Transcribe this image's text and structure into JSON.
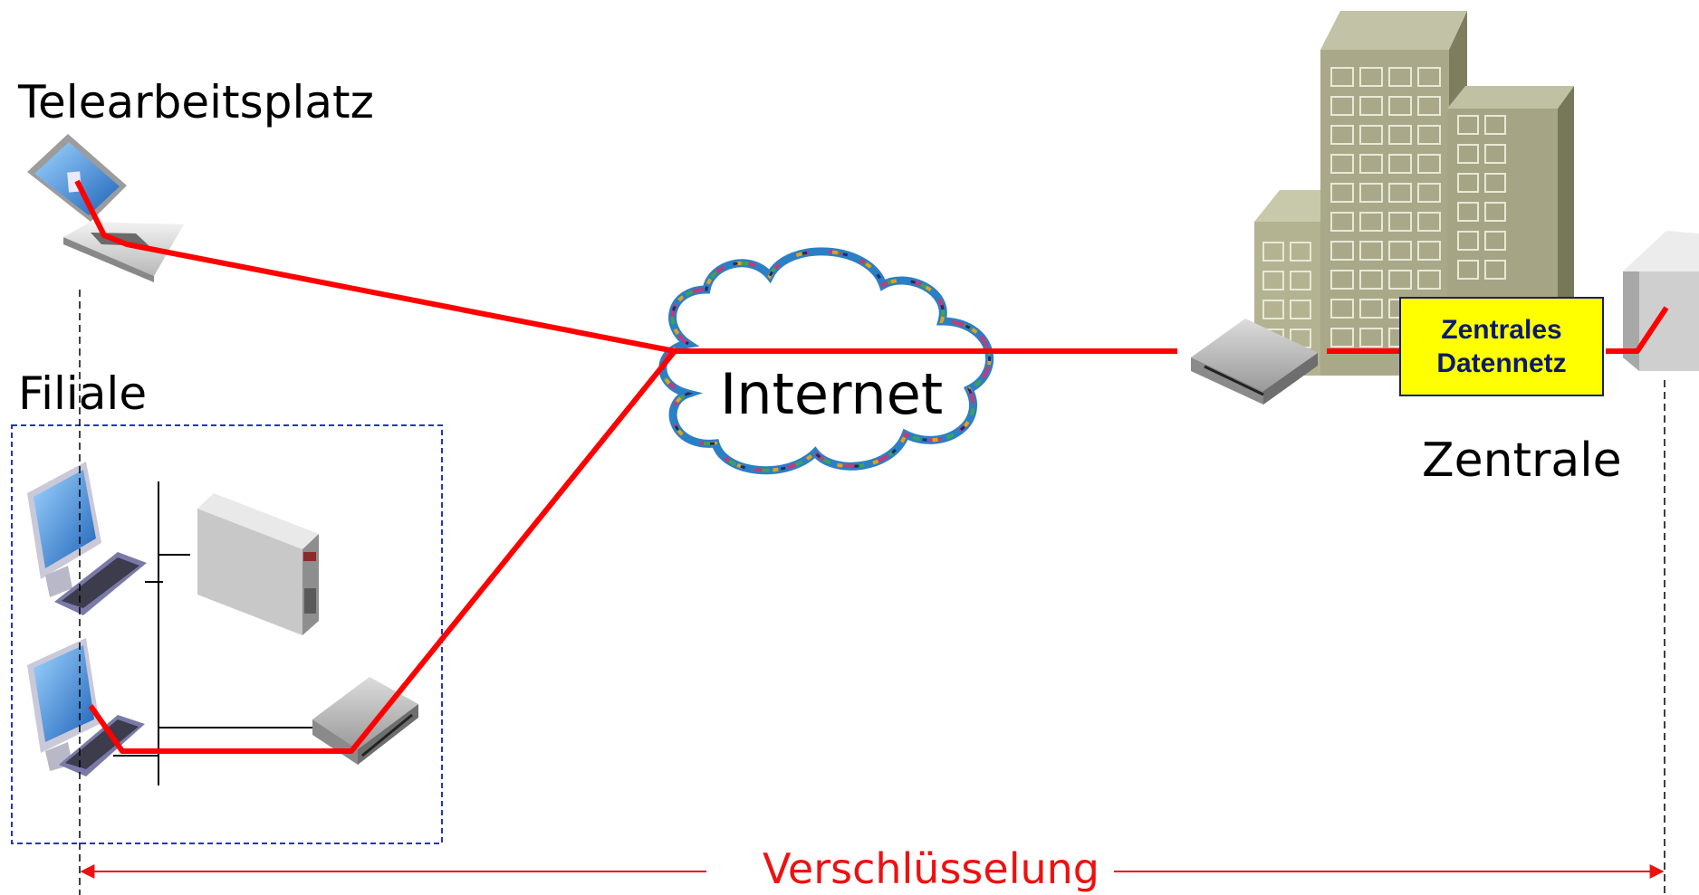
{
  "labels": {
    "telearbeitsplatz": "Telearbeitsplatz",
    "filiale": "Filiale",
    "internet": "Internet",
    "zentrale": "Zentrale",
    "verschluesselung": "Verschlüsselung"
  },
  "zentrales_datennetz": {
    "line1": "Zentrales",
    "line2": "Datennetz"
  },
  "colors": {
    "connection_line": "#ff0000",
    "encryption_arrow": "#ee1111",
    "filiale_border": "#2233cc",
    "box_fill": "#ffff00",
    "box_text": "#0b1a6e",
    "building": "#a6a688"
  },
  "icons": [
    "laptop-icon",
    "desktop-pc-icon",
    "server-tower-icon",
    "router-icon",
    "cloud-icon",
    "office-building-icon"
  ]
}
